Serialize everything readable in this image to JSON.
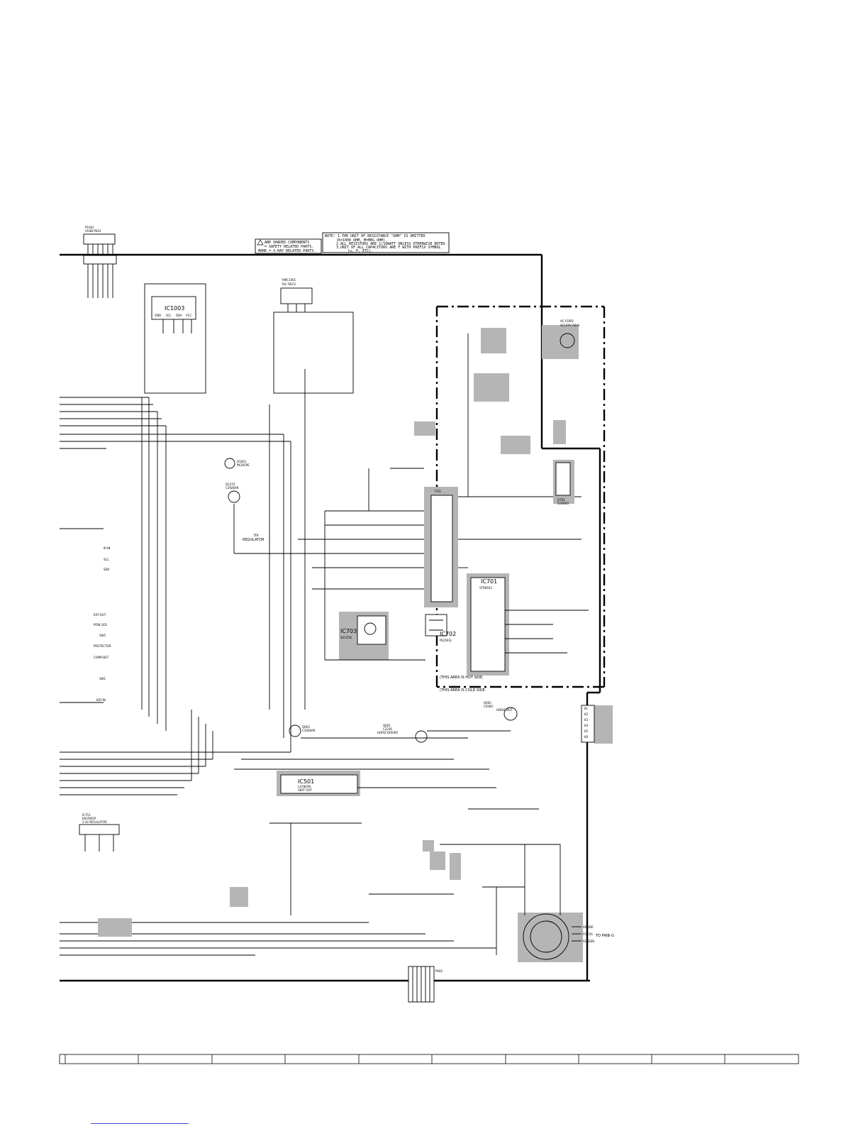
{
  "note_lines": [
    "NOTE: 1.THE UNIT OF RESISTANCE \"OHM\" IS OMITTED",
    "(K=1000 OHM, M=MEG OHM).",
    "2.ALL RESISTORS ARE 1/16WATT UNLESS OTHERWISE NOTED.",
    "3.UNIT OF ALL CAPACITORS ARE F WITH PREFIX SYMBOL",
    "(u, P, ETC)."
  ],
  "legend_lines": [
    "AND SHADED COMPONENTS",
    "= SAFETY RELATED PARTS.",
    "MARK = X-RAY RELATED PARTS."
  ],
  "components": {
    "ic1003": "IC1003",
    "ic501": "IC501",
    "ic501_part": "LA7845N",
    "ic501_desc": "VERT OUT",
    "ic701": "IC701",
    "ic701_part": "STR6653",
    "ic702": "IC702",
    "ic702_part": "PS2561L",
    "ic703": "IC703",
    "ic703_part": "SE125N",
    "ic751": "IC751",
    "ic751_part": "KIA7805P",
    "ic751_desc": "3.3V REGULATOR",
    "d1001": "D1001",
    "d1001_part": "PK301PE",
    "q1270": "Q1270",
    "q1270_part": "C3928AR",
    "q603": "Q603",
    "q603_part": "C3928AR",
    "q601": "Q601",
    "q601_part": "C2236",
    "q601_desc": "HORIZ DRIVER",
    "q602": "Q602",
    "q602_part": "C5060",
    "q602_desc": "HORIZ OUT",
    "d701": "D701",
    "d701_part": "D3SB60",
    "t701": "T701",
    "rmc1001": "RMC1001",
    "rmc_desc": "R/C RECV.",
    "reg_5v": "5V",
    "reg_label": "REGULATOR",
    "ac_cord": "AC CORD",
    "ac_spec": "AC120V 60Hz",
    "hot_side": "(THIS AREA IS HOT SIDE.",
    "cold_side": "(THIS AREA IS COLD SIDE.",
    "to_pwb": "TO PWB-G",
    "p1001": "P1001",
    "p602": "P602"
  },
  "crt_pins": [
    "ANODE",
    "FOCUS",
    "SCREEN"
  ],
  "fbt_pins": [
    "K1",
    "K2",
    "K3",
    "K4",
    "K5",
    "K6"
  ],
  "ic1003_pins": [
    "GND",
    "SCL",
    "SDA",
    "VCC"
  ],
  "side_signals": [
    "IR-IN",
    "SCL",
    "SDA",
    "EXT-OUT",
    "POW LED",
    "SW5",
    "PROTECTOR",
    "COMP-DET",
    "SW1",
    "KEY-IN"
  ],
  "title_block_cells": [
    "",
    "",
    "",
    "",
    "",
    "",
    "",
    "",
    "",
    "",
    ""
  ]
}
